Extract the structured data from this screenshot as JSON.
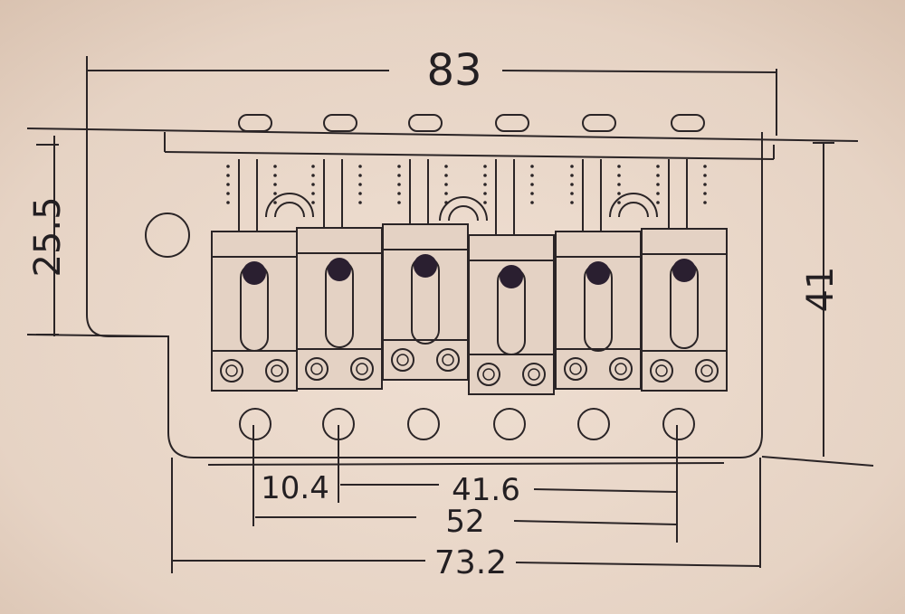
{
  "diagram": {
    "dimensions": {
      "overall_width": "83",
      "left_height": "25.5",
      "right_height": "41",
      "first_spacing": "10.4",
      "span_2_to_6": "41.6",
      "span_1_to_6": "52",
      "base_width": "73.2"
    },
    "saddle_count": 6,
    "colors": {
      "background": "#e8d6c8",
      "line": "#2a2426",
      "dot": "#2a1f30"
    }
  }
}
